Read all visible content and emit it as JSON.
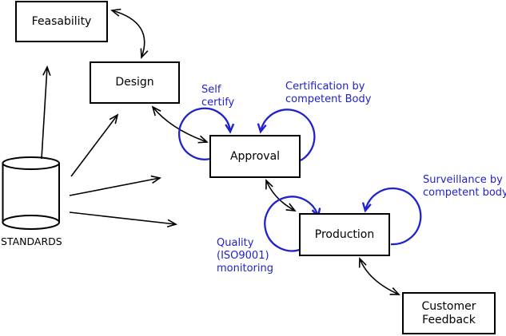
{
  "diagram": {
    "colors": {
      "annotation_blue": "#2222cc",
      "line_black": "#000000",
      "node_border": "#000000",
      "background": "#ffffff"
    },
    "nodes": {
      "feasability": {
        "label": "Feasability"
      },
      "design": {
        "label": "Design"
      },
      "approval": {
        "label": "Approval"
      },
      "production": {
        "label": "Production"
      },
      "customer_feedback": {
        "lines": [
          "Customer",
          "Feedback"
        ]
      },
      "standards": {
        "label": "STANDARDS"
      }
    },
    "annotations": {
      "self_certify": {
        "lines": [
          "Self",
          "certify"
        ]
      },
      "certification": {
        "lines": [
          "Certification by",
          "competent Body"
        ]
      },
      "surveillance": {
        "lines": [
          "Surveillance by",
          "competent body"
        ]
      },
      "quality": {
        "lines": [
          "Quality",
          "(ISO9001)",
          "monitoring"
        ]
      }
    }
  }
}
